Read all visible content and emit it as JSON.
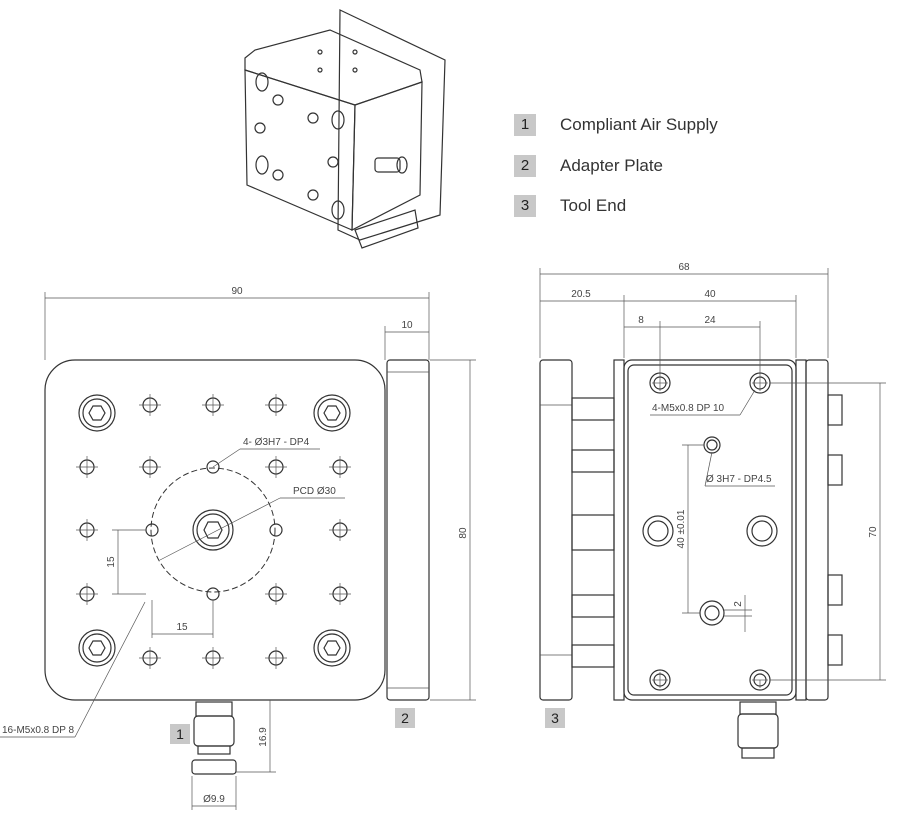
{
  "legend": [
    {
      "num": "1",
      "label": "Compliant Air Supply"
    },
    {
      "num": "2",
      "label": "Adapter Plate"
    },
    {
      "num": "3",
      "label": "Tool End"
    }
  ],
  "callouts": {
    "c1": "1",
    "c2": "2",
    "c3": "3"
  },
  "front_dims": {
    "width": "90",
    "plate_thickness": "10",
    "height": "80",
    "dowel_holes": "4- Ø3H7 - DP4",
    "pcd": "PCD Ø30",
    "pitch_v": "15",
    "pitch_h": "15",
    "threads": "16-M5x0.8 DP 8",
    "fitting_len": "16.9",
    "fitting_dia": "Ø9.9"
  },
  "side_dims": {
    "total_width": "68",
    "offset": "20.5",
    "body_width": "40",
    "hole_offset": "8",
    "hole_span": "24",
    "threads": "4-M5x0.8 DP 10",
    "dowel": "Ø 3H7 - DP4.5",
    "dowel_span": "40 ±0.01",
    "slot": "2",
    "height": "70"
  }
}
